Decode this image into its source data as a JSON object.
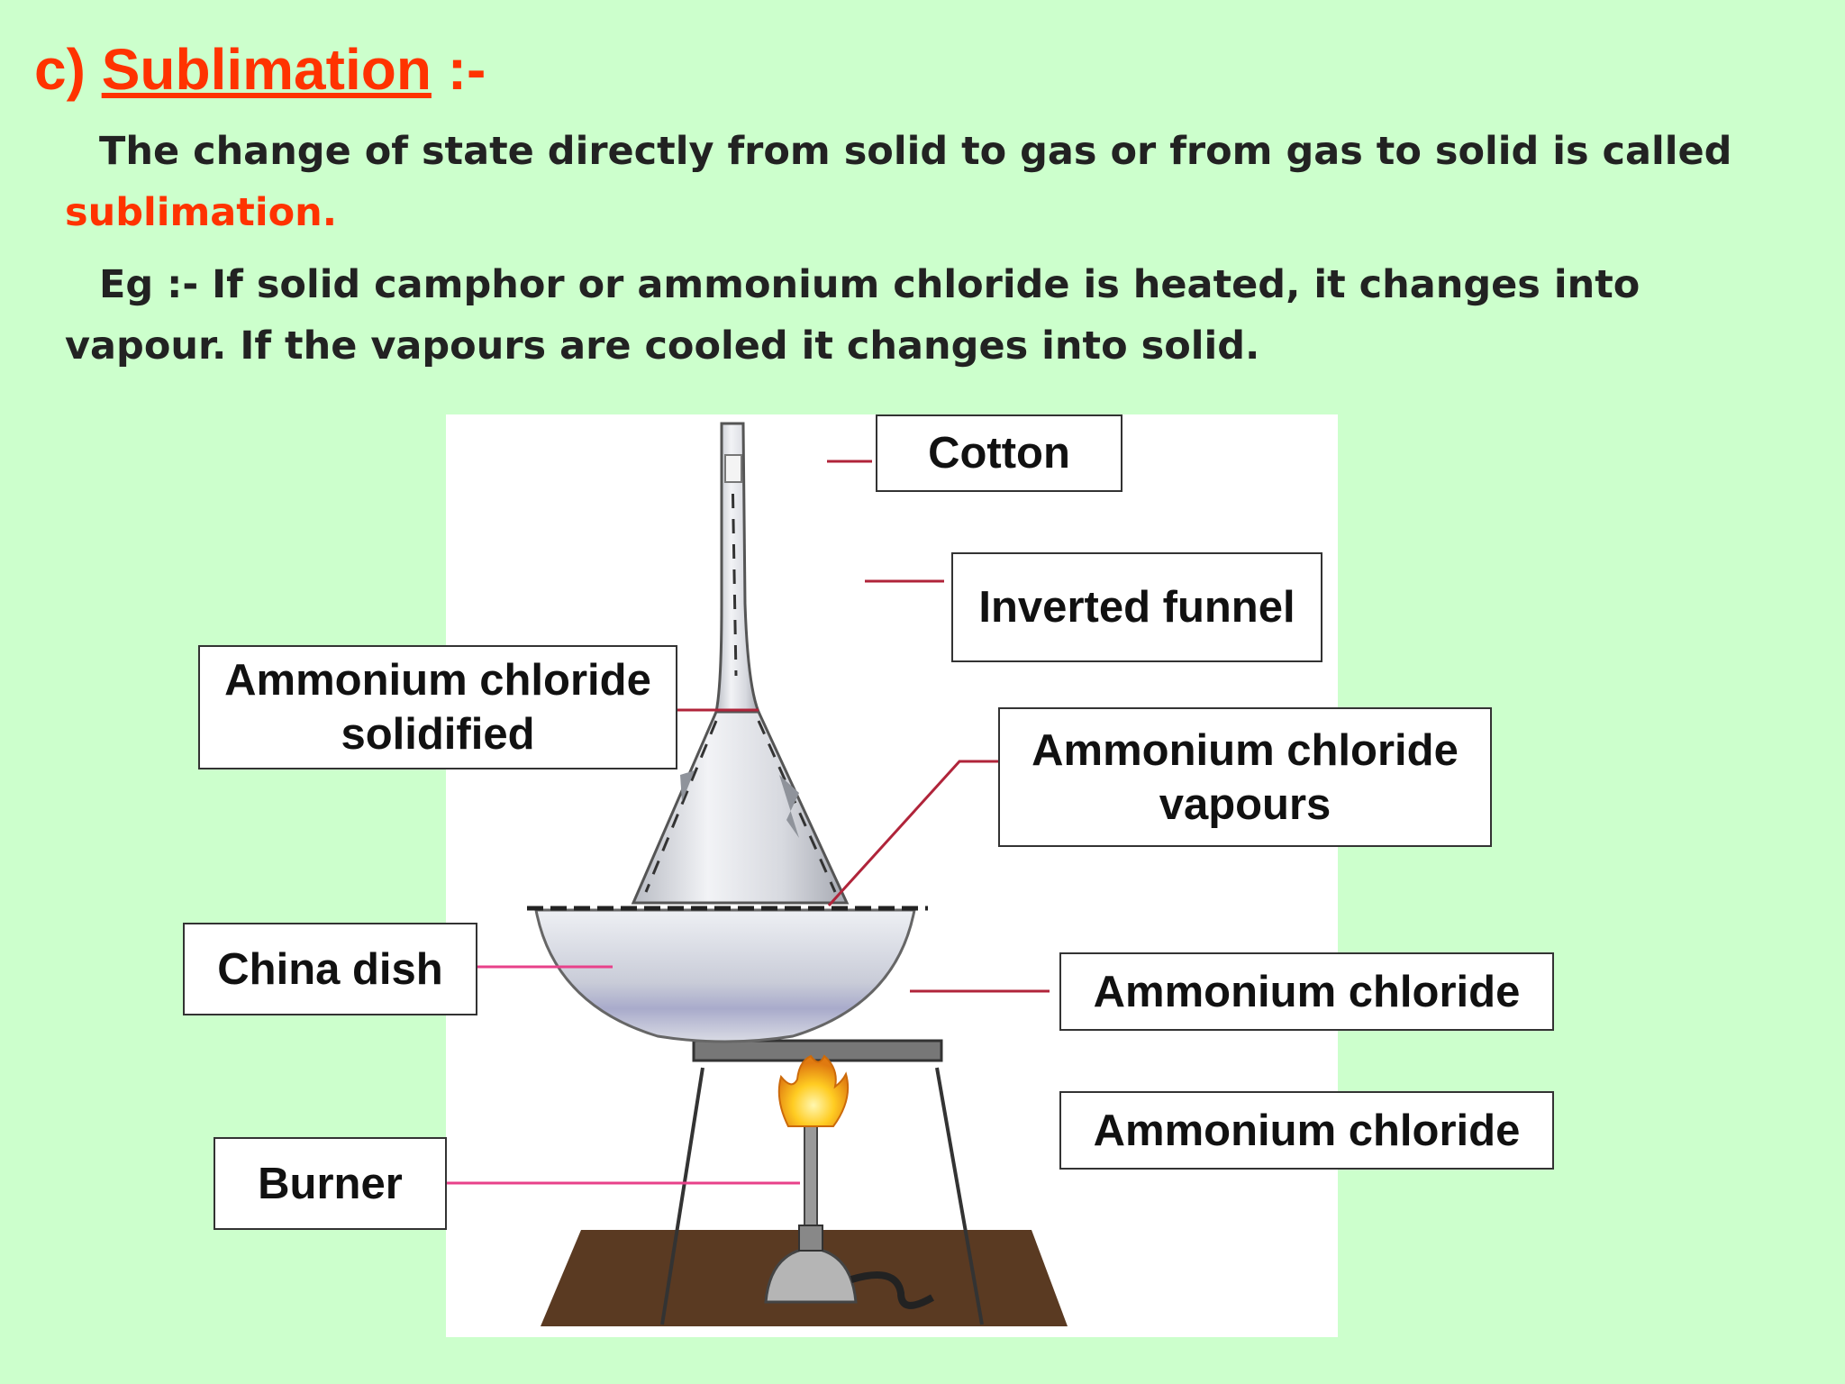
{
  "heading": {
    "prefix": "c)",
    "title": "Sublimation",
    "suffix": ":-"
  },
  "definition": {
    "text": "The change of state directly from solid to gas or from gas to solid is called",
    "term": "sublimation."
  },
  "example": {
    "text": "Eg :- If solid camphor or ammonium chloride is heated, it changes into vapour. If the vapours are cooled it changes into solid."
  },
  "diagram": {
    "labels": {
      "cotton": "Cotton",
      "inverted_funnel": "Inverted funnel",
      "ammonium_chloride_solidified": "Ammonium chloride solidified",
      "ammonium_chloride_vapours": "Ammonium chloride vapours",
      "china_dish": "China dish",
      "ammonium_chloride": "Ammonium chloride",
      "ammonium_chloride_repeat": "Ammonium chloride",
      "burner": "Burner"
    },
    "colors": {
      "background": "#ccffcc",
      "accent": "#ff3300",
      "leader_dark": "#b0243a",
      "leader_pink": "#e8418a",
      "base": "#5a3a22"
    }
  }
}
